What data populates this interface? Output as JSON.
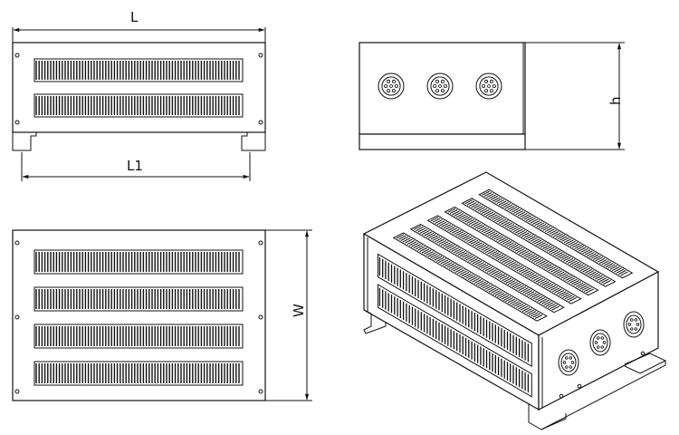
{
  "dimensions": {
    "length": "L",
    "mount_length": "L1",
    "height": "h",
    "width": "W"
  }
}
